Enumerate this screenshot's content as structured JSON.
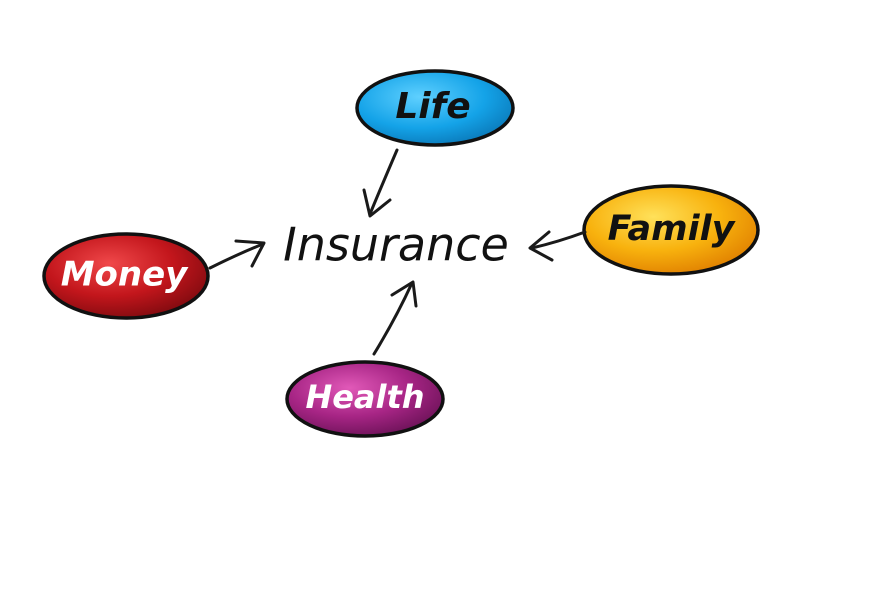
{
  "center": {
    "label": "Insurance",
    "color": "#111111"
  },
  "nodes": {
    "life": {
      "label": "Life",
      "fill": "#14a3e8",
      "text_color": "#111111"
    },
    "family": {
      "label": "Family",
      "fill": "#f8b20e",
      "text_color": "#111111"
    },
    "money": {
      "label": "Money",
      "fill": "#c3161c",
      "text_color": "#ffffff"
    },
    "health": {
      "label": "Health",
      "fill": "#a72585",
      "text_color": "#ffffff"
    }
  }
}
